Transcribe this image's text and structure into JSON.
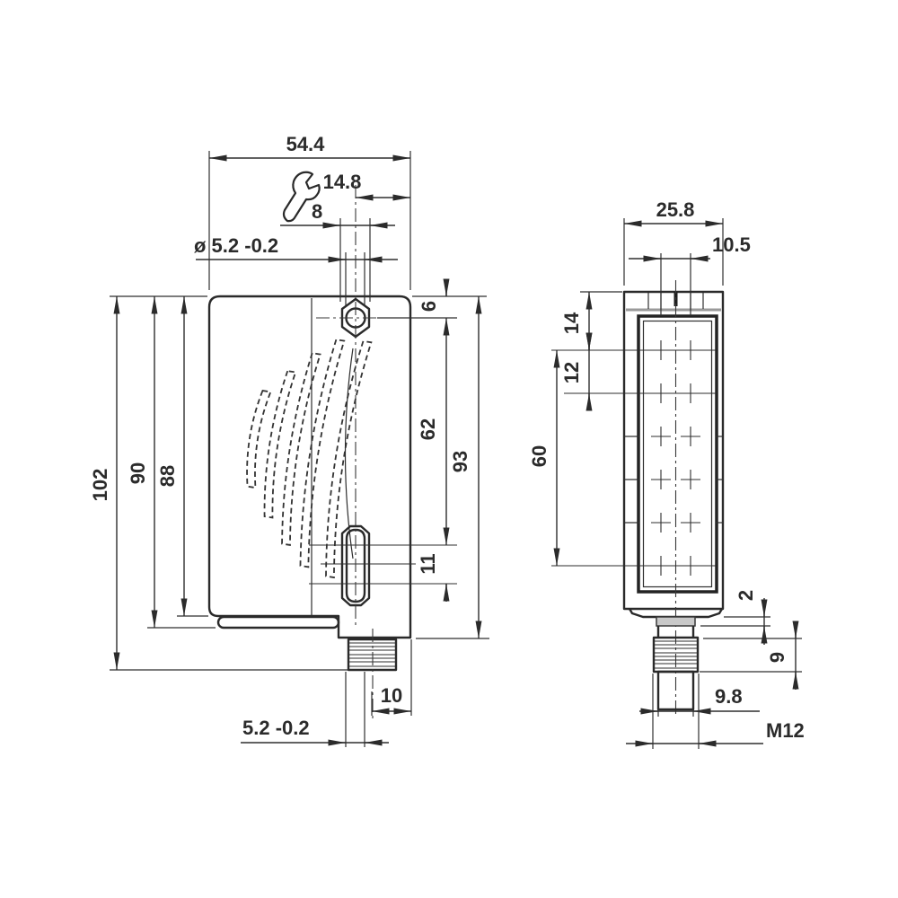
{
  "drawing": {
    "front_view": {
      "width": "54.4",
      "hole_to_edge": "14.8",
      "wrench_size": "8",
      "hole_diameter": "ø 5.2 -0.2",
      "overall_height": "102",
      "height_with_lip": "90",
      "body_height": "88",
      "hole_center_from_top": "6",
      "hole_to_slot": "62",
      "slot_length": "11",
      "height_to_connector_step": "93",
      "connector_center_to_edge": "10",
      "slot_width": "5.2 -0.2"
    },
    "side_view": {
      "width": "25.8",
      "optical_axis_spacing": "10.5",
      "top_to_first_axis": "14",
      "axis_pitch": "12",
      "axes_span": "60",
      "collar_height": "2",
      "thread_length": "9",
      "connector_diameter": "9.8",
      "connector_thread": "M12"
    },
    "colors": {
      "line": "#2a2a2a",
      "background": "#ffffff",
      "shading": "#c9c9c9"
    }
  }
}
